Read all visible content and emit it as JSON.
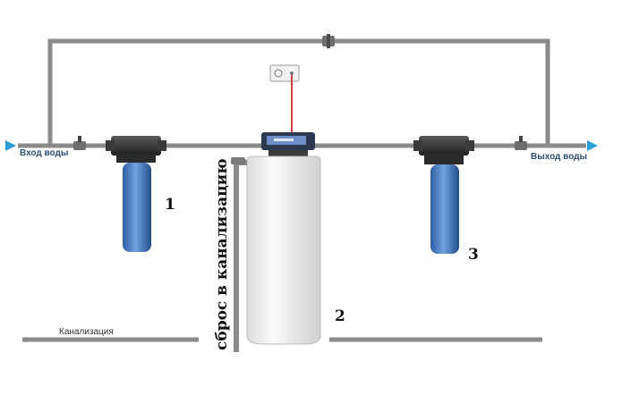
{
  "labels": {
    "inlet": "Вход воды",
    "outlet": "Выход воды",
    "sewer": "Канализация",
    "drain": "сброс в канализацию"
  },
  "numbers": {
    "filter1": "1",
    "softener": "2",
    "filter3": "3"
  },
  "colors": {
    "pipe": "#8a8a8a",
    "arrow": "#2a9fd6",
    "filter_body": "#3e78c0",
    "wire": "#d04040",
    "tank": "#f1f1f1"
  }
}
